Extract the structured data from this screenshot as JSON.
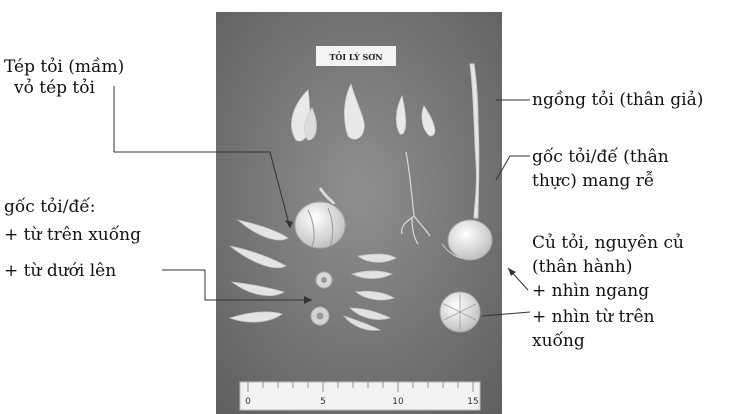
{
  "photo": {
    "sign": "TỎI LÝ SƠN",
    "ruler_numbers": [
      "0",
      "5",
      "10",
      "15"
    ]
  },
  "labels": {
    "tep_toi_line1": "Tép tỏi (mầm)",
    "tep_toi_line2": "vỏ tép tỏi",
    "goc_toi_title": "gốc tỏi/đế:",
    "goc_tren": "+ từ trên xuống",
    "goc_duoi": "+ từ dưới lên",
    "ngong_toi": "ngồng  tỏi (thân giả)",
    "goc_than_line1": "gốc tỏi/đế (thân",
    "goc_than_line2": "thực) mang rễ",
    "cu_toi_line1": "Củ tỏi, nguyên củ",
    "cu_toi_line2": "(thân hành)",
    "nhin_ngang": "+  nhìn ngang",
    "nhin_tu_tren_line1": "+   nhìn   từ   trên",
    "nhin_tu_tren_line2": "xuống"
  }
}
